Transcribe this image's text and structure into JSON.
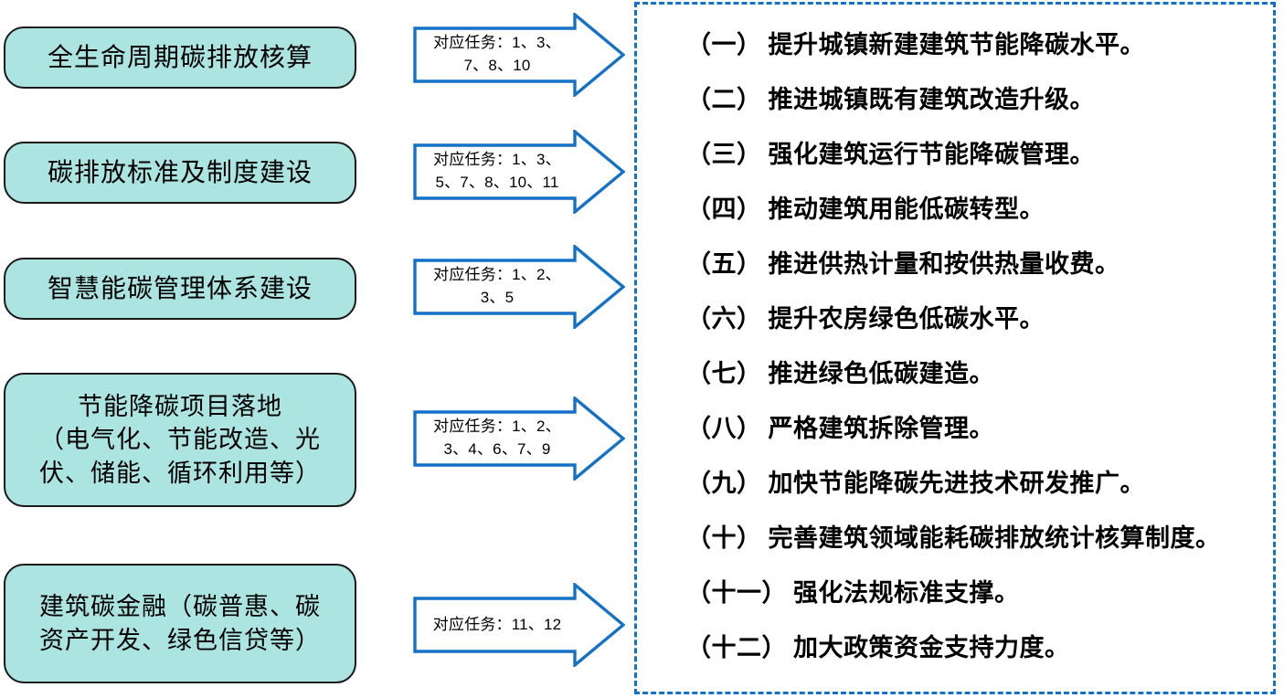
{
  "diagram": {
    "left_boxes": [
      {
        "id": "lifecycle-accounting",
        "label": "全生命周期碳排放核算"
      },
      {
        "id": "emission-standards",
        "label": "碳排放标准及制度建设"
      },
      {
        "id": "smart-carbon-management",
        "label": "智慧能碳管理体系建设"
      },
      {
        "id": "energy-saving-projects",
        "label": "节能降碳项目落地\n（电气化、节能改造、光\n伏、储能、循环利用等）"
      },
      {
        "id": "carbon-finance",
        "label": "建筑碳金融（碳普惠、碳\n资产开发、绿色信贷等）"
      }
    ],
    "arrows": [
      {
        "id": "arrow-1",
        "label": "对应任务：1、3、\n7、8、10",
        "tasks": [
          1,
          3,
          7,
          8,
          10
        ]
      },
      {
        "id": "arrow-2",
        "label": "对应任务：1、3、\n5、7、8、10、11",
        "tasks": [
          1,
          3,
          5,
          7,
          8,
          10,
          11
        ]
      },
      {
        "id": "arrow-3",
        "label": "对应任务：1、2、\n3、5",
        "tasks": [
          1,
          2,
          3,
          5
        ]
      },
      {
        "id": "arrow-4",
        "label": "对应任务：1、2、\n3、4、6、7、9",
        "tasks": [
          1,
          2,
          3,
          4,
          6,
          7,
          9
        ]
      },
      {
        "id": "arrow-5",
        "label": "对应任务：11、12",
        "tasks": [
          11,
          12
        ]
      }
    ],
    "tasks": [
      {
        "num": "（一）",
        "text": "提升城镇新建建筑节能降碳水平。"
      },
      {
        "num": "（二）",
        "text": "推进城镇既有建筑改造升级。"
      },
      {
        "num": "（三）",
        "text": "强化建筑运行节能降碳管理。"
      },
      {
        "num": "（四）",
        "text": "推动建筑用能低碳转型。"
      },
      {
        "num": "（五）",
        "text": "推进供热计量和按供热量收费。"
      },
      {
        "num": "（六）",
        "text": "提升农房绿色低碳水平。"
      },
      {
        "num": "（七）",
        "text": "推进绿色低碳建造。"
      },
      {
        "num": "（八）",
        "text": "严格建筑拆除管理。"
      },
      {
        "num": "（九）",
        "text": "加快节能降碳先进技术研发推广。"
      },
      {
        "num": "（十）",
        "text": "完善建筑领域能耗碳排放统计核算制度。"
      },
      {
        "num": "（十一）",
        "text": "强化法规标准支撑。"
      },
      {
        "num": "（十二）",
        "text": "加大政策资金支持力度。"
      }
    ],
    "colors": {
      "box_fill": "#ABE4E1",
      "box_border": "#1a1a1a",
      "arrow_stroke": "#1471C8",
      "panel_border": "#1471C8",
      "text": "#000000"
    }
  }
}
